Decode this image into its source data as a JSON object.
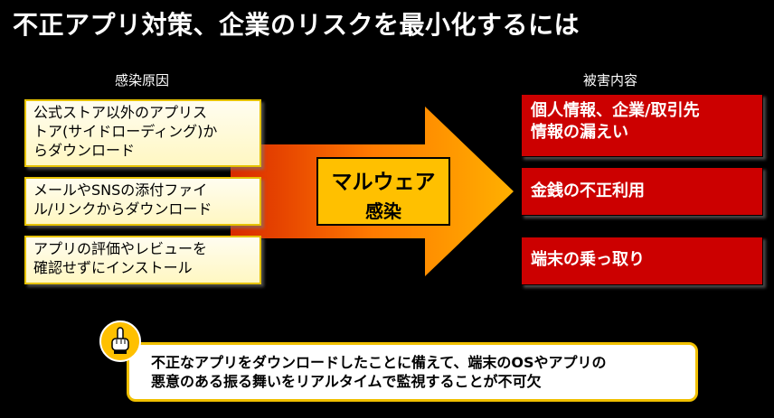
{
  "title": "不正アプリ対策、企業のリスクを最小化するには",
  "cause_header": "感染原因",
  "damage_header": "被害内容",
  "causes": [
    {
      "line1": "公式ストア以外のアプリス",
      "line2": "トア(サイドローディング)か",
      "line3": "らダウンロード"
    },
    {
      "line1": "メールやSNSの添付ファイ",
      "line2": "ル/リンクからダウンロード"
    },
    {
      "line1": "アプリの評価やレビューを",
      "line2": "確認せずにインストール"
    }
  ],
  "center": {
    "line1": "マルウェア",
    "line2": "感染"
  },
  "damages": [
    {
      "line1": "個人情報、企業/取引先",
      "line2": "情報の漏えい"
    },
    {
      "line1": "金銭の不正利用"
    },
    {
      "line1": "端末の乗っ取り"
    }
  ],
  "note": {
    "line1": "不正なアプリをダウンロードしたことに備えて、端末のOSやアプリの",
    "line2": "悪意のある振る舞いをリアルタイムで監視することが不可欠"
  },
  "icons": {
    "note_icon": "pointing-finger-icon"
  },
  "colors": {
    "background": "#000000",
    "cause_box_border": "#e6c200",
    "damage_box": "#cc0000",
    "center_box": "#ffc000",
    "arrow_start": "#ff3300",
    "arrow_end": "#ffb000"
  }
}
